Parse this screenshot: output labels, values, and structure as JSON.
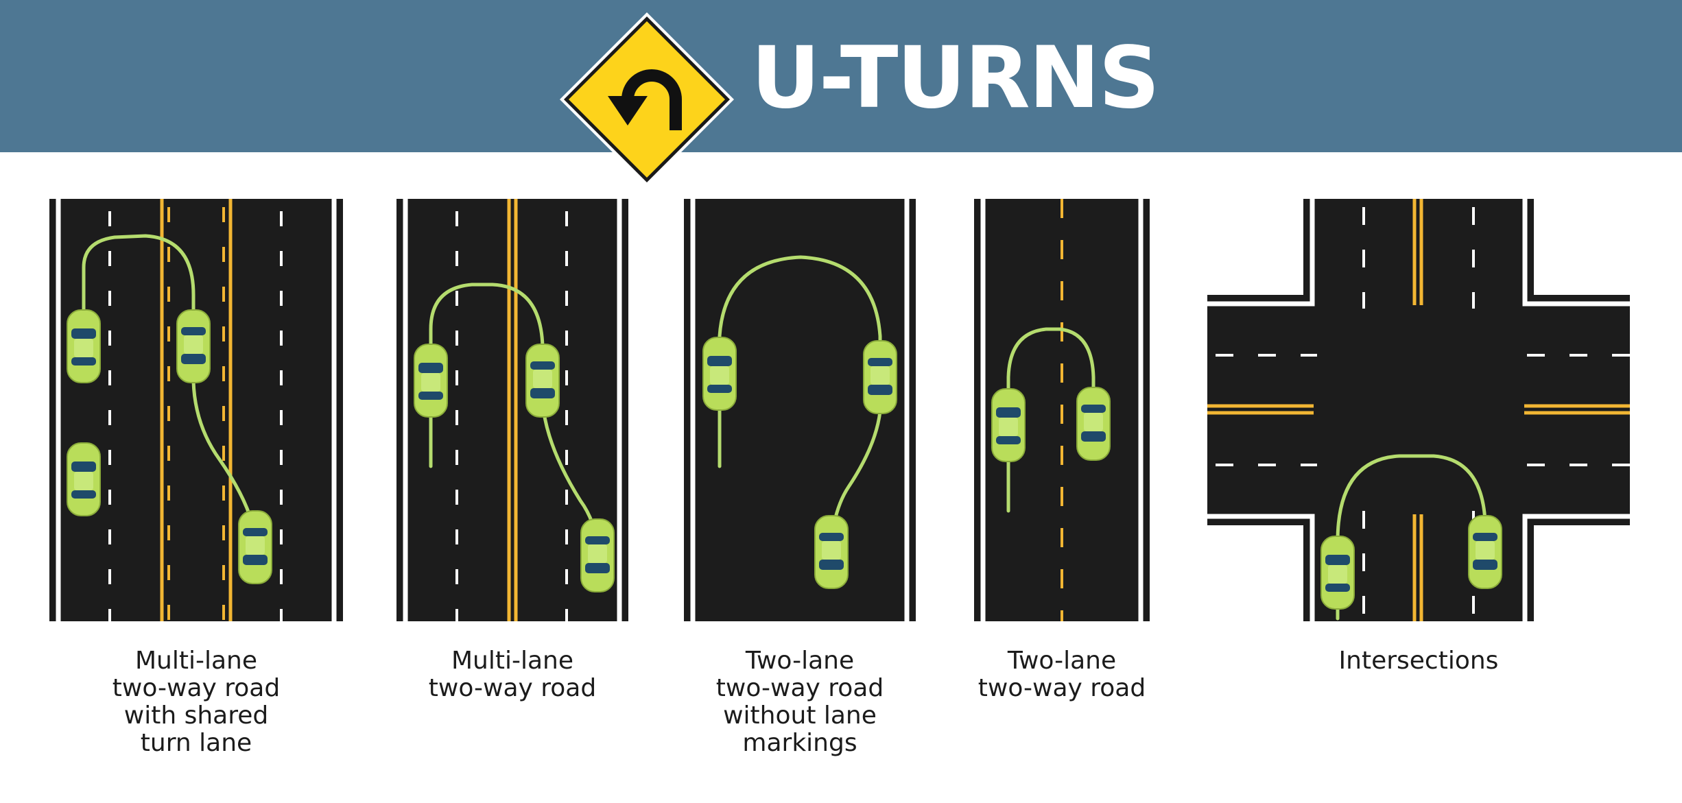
{
  "header": {
    "title": "U-TURNS",
    "sign_icon": "u-turn-warning-sign-icon",
    "background": "#4e7793"
  },
  "colors": {
    "road": "#1c1c1c",
    "edge_line": "#ffffff",
    "center_line": "#f2b633",
    "path": "#b5dc6e",
    "car": "#b9dd5a",
    "sign": "#fdd31b"
  },
  "panels": [
    {
      "id": "shared-turn-lane",
      "caption_lines": [
        "Multi-lane",
        "two-way road",
        "with shared",
        "turn lane"
      ]
    },
    {
      "id": "multi-lane",
      "caption_lines": [
        "Multi-lane",
        "two-way road"
      ]
    },
    {
      "id": "no-markings",
      "caption_lines": [
        "Two-lane",
        "two-way road",
        "without lane",
        "markings"
      ]
    },
    {
      "id": "two-lane",
      "caption_lines": [
        "Two-lane",
        "two-way road"
      ]
    },
    {
      "id": "intersection",
      "caption_lines": [
        "Intersections"
      ]
    }
  ]
}
